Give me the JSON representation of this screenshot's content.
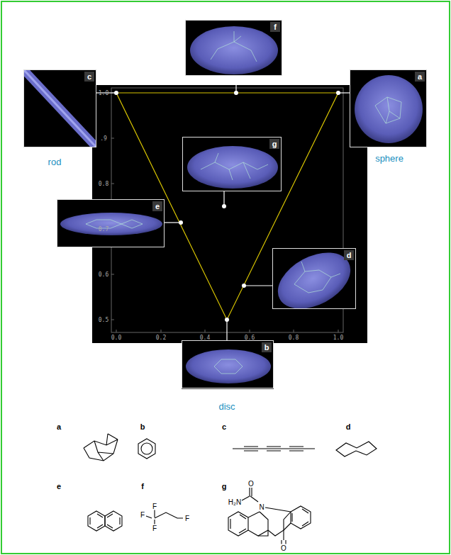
{
  "diagram": {
    "nodes": [
      {
        "text": [
          "f"
        ]
      },
      {
        "text": [
          "c"
        ]
      },
      {
        "text": [
          "a"
        ]
      },
      {
        "text": [
          "g"
        ]
      },
      {
        "text": [
          "e"
        ]
      },
      {
        "text": [
          "d"
        ]
      },
      {
        "text": [
          "b"
        ]
      }
    ],
    "labels": [
      "0.0",
      "0.2",
      "0.4",
      "0.6",
      "0.8",
      "1.0",
      "1.0",
      ".9",
      "0.8",
      "0.7",
      "0.6",
      "0.5",
      "rod",
      "sphere",
      "disc",
      "a",
      "b",
      "c",
      "d",
      "e",
      "f",
      "g",
      "H₂N",
      "O",
      "N",
      "O",
      "F",
      "F",
      "F",
      "F"
    ]
  }
}
